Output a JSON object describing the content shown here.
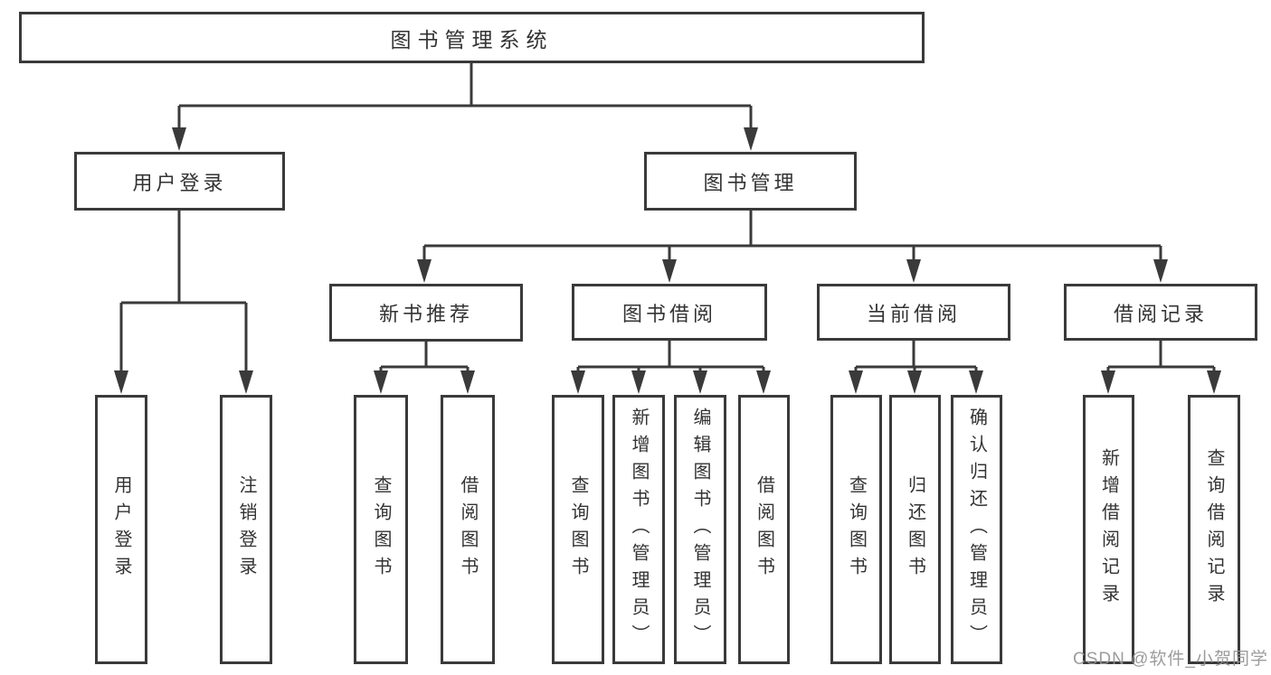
{
  "colors": {
    "line": "#3a3a3a",
    "background": "#ffffff",
    "watermark": "#949494"
  },
  "watermark": {
    "text": "CSDN @软件_小贺同学"
  },
  "tree": {
    "root": {
      "label": "图书管理系统",
      "children": [
        {
          "label": "用户登录",
          "children": [
            {
              "label": "用户登录"
            },
            {
              "label": "注销登录"
            }
          ]
        },
        {
          "label": "图书管理",
          "children": [
            {
              "label": "新书推荐",
              "children": [
                {
                  "label": "查询图书"
                },
                {
                  "label": "借阅图书"
                }
              ]
            },
            {
              "label": "图书借阅",
              "children": [
                {
                  "label": "查询图书"
                },
                {
                  "label": "新增图书（管理员）"
                },
                {
                  "label": "编辑图书（管理员）"
                },
                {
                  "label": "借阅图书"
                }
              ]
            },
            {
              "label": "当前借阅",
              "children": [
                {
                  "label": "查询图书"
                },
                {
                  "label": "归还图书"
                },
                {
                  "label": "确认归还（管理员）"
                }
              ]
            },
            {
              "label": "借阅记录",
              "children": [
                {
                  "label": "新增借阅记录"
                },
                {
                  "label": "查询借阅记录"
                }
              ]
            }
          ]
        }
      ]
    }
  }
}
